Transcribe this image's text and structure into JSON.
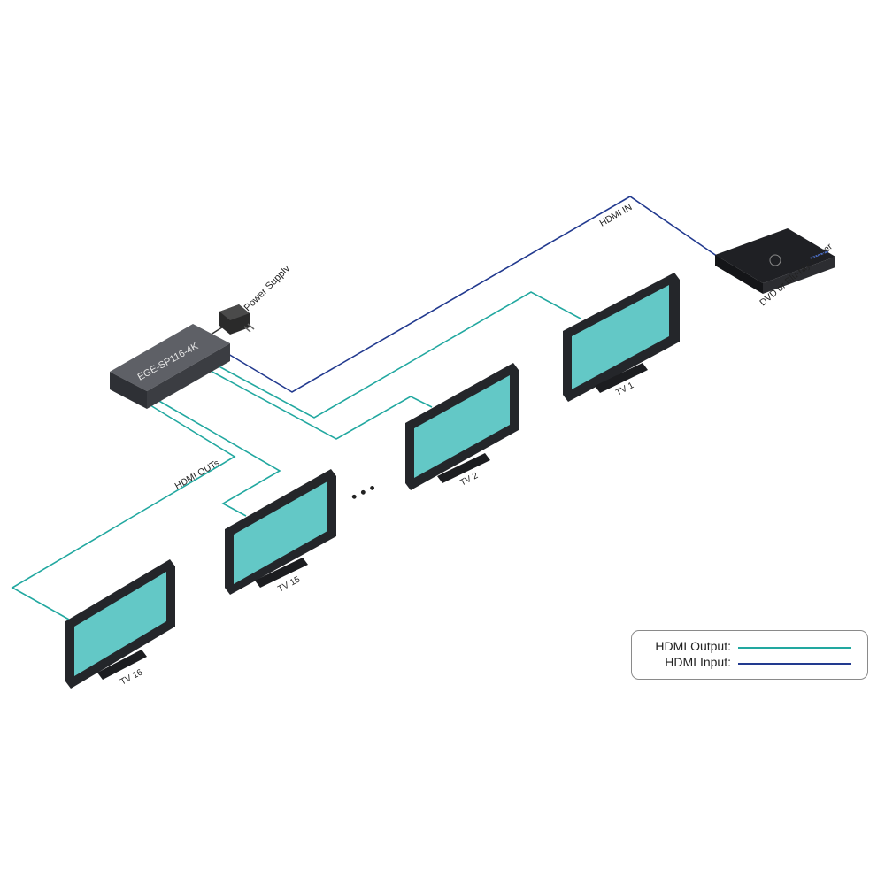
{
  "diagram": {
    "splitter": {
      "label": "EGE-SP116-4K"
    },
    "power_supply": {
      "label": "Power Supply"
    },
    "source": {
      "label": "DVD or Blu-ray Player"
    },
    "hdmi_in_label": "HDMI IN",
    "hdmi_outs_label": "HDMI OUTs",
    "ellipsis": "• • •",
    "tvs": [
      {
        "label": "TV 1"
      },
      {
        "label": "TV 2"
      },
      {
        "label": "TV 15"
      },
      {
        "label": "TV 16"
      }
    ]
  },
  "legend": {
    "output_label": "HDMI Output:",
    "input_label": "HDMI Input:",
    "output_color": "#22a8a0",
    "input_color": "#223a8f"
  },
  "colors": {
    "screen": "#63c8c6",
    "bezel": "#2b2d31",
    "device": "#3e4046"
  }
}
